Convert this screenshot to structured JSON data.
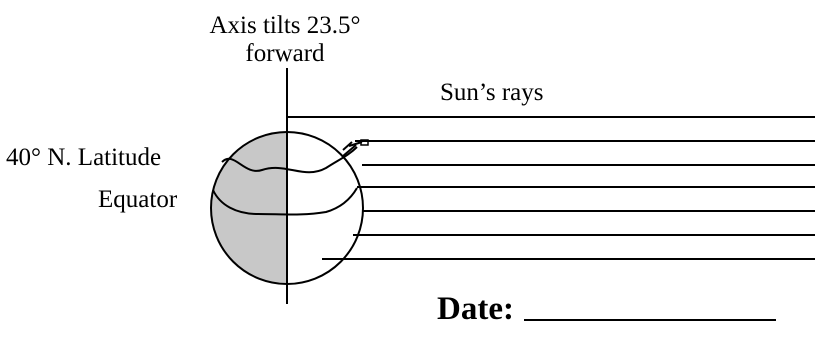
{
  "diagram": {
    "axis_note_line1": "Axis tilts 23.5°",
    "axis_note_line2": "forward",
    "sun_rays_label": "Sun’s rays",
    "latitude_label": "40° N. Latitude",
    "equator_label": "Equator",
    "date_label": "Date:",
    "date_blank": ""
  },
  "colors": {
    "ink": "#000000",
    "night_shade": "#c8c8c8",
    "day_side": "#ffffff"
  }
}
